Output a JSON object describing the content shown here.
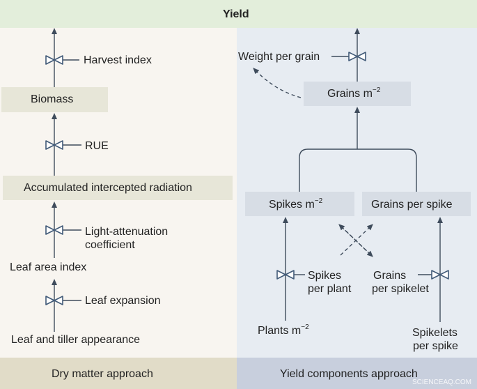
{
  "header": {
    "title": "Yield"
  },
  "left": {
    "harvest_index": "Harvest index",
    "biomass": "Biomass",
    "rue": "RUE",
    "accumulated_radiation": "Accumulated intercepted radiation",
    "light_attenuation_1": "Light-attenuation",
    "light_attenuation_2": "coefficient",
    "leaf_area_index": "Leaf area index",
    "leaf_expansion": "Leaf expansion",
    "leaf_tiller": "Leaf and tiller appearance"
  },
  "right": {
    "weight_per_grain": "Weight per grain",
    "grains_m2": "Grains m",
    "grains_m2_exp": "−2",
    "spikes_m2": "Spikes m",
    "spikes_m2_exp": "−2",
    "grains_per_spike": "Grains per spike",
    "spikes_per_plant_1": "Spikes",
    "spikes_per_plant_2": "per plant",
    "grains_per_spikelet_1": "Grains",
    "grains_per_spikelet_2": "per spikelet",
    "plants_m2": "Plants m",
    "plants_m2_exp": "−2",
    "spikelets_per_spike_1": "Spikelets",
    "spikelets_per_spike_2": "per spike"
  },
  "footer": {
    "left_label": "Dry matter approach",
    "right_label": "Yield components approach"
  },
  "watermark": "SCIENCEAQ.COM",
  "colors": {
    "line": "#3f4c5c",
    "valve": "#415a78",
    "yield_bar": "#e3eedb",
    "left_bg": "#f8f5f0",
    "right_bg": "#e7ecf2",
    "left_footer": "#e1dcc8",
    "right_footer": "#c8cfdd",
    "left_box": "#e7e6d8",
    "right_box": "#d7dde5"
  }
}
